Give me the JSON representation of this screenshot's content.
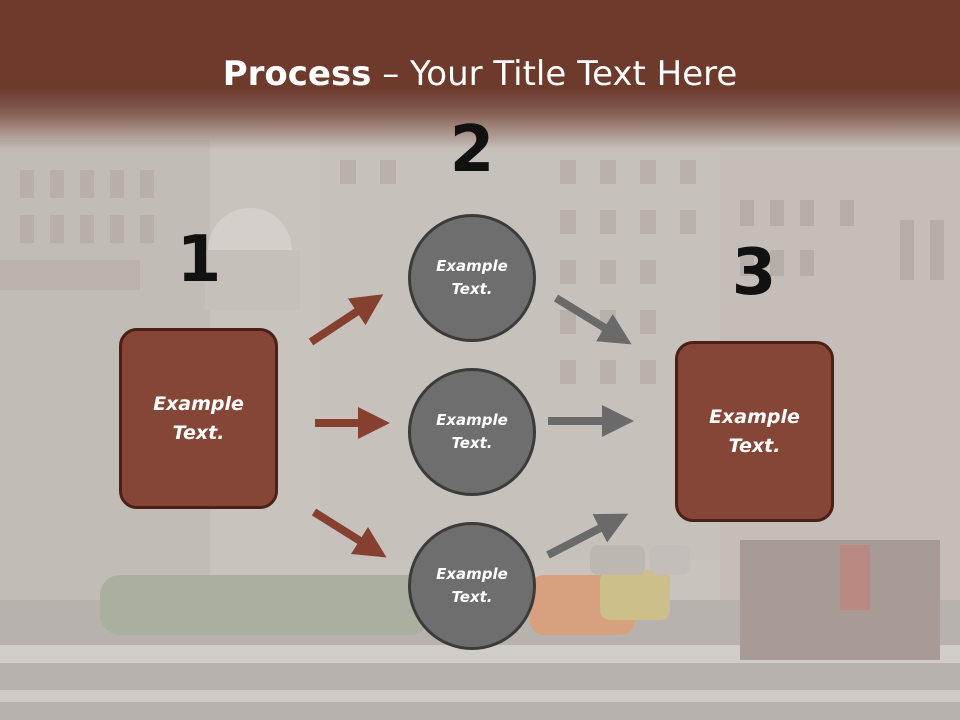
{
  "title": {
    "bold": "Process",
    "rest": " – Your Title Text Here"
  },
  "steps": [
    {
      "number": "1",
      "text": "Example\nText."
    },
    {
      "number": "2"
    },
    {
      "number": "3",
      "text": "Example\nText."
    }
  ],
  "circles": [
    {
      "text": "Example\nText."
    },
    {
      "text": "Example\nText."
    },
    {
      "text": "Example\nText."
    }
  ],
  "colors": {
    "header": "#6d3a2c",
    "box_fill": "#854637",
    "circle_fill": "#6e6e6e",
    "arrow_brown": "#86402f",
    "arrow_gray": "#6a6a6a"
  }
}
